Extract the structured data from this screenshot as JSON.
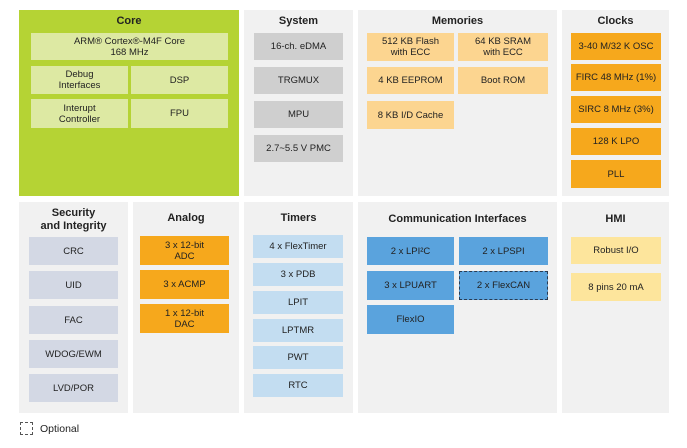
{
  "core": {
    "title": "Core",
    "cpu": "ARM® Cortex®-M4F Core\n168 MHz",
    "debug": "Debug\nInterfaces",
    "dsp": "DSP",
    "interrupt": "Interupt\nController",
    "fpu": "FPU"
  },
  "system": {
    "title": "System",
    "items": [
      "16-ch. eDMA",
      "TRGMUX",
      "MPU",
      "2.7~5.5 V PMC"
    ]
  },
  "memories": {
    "title": "Memories",
    "flash": "512 KB Flash\nwith ECC",
    "sram": "64 KB SRAM\nwith ECC",
    "eeprom": "4 KB EEPROM",
    "boot_rom": "Boot ROM",
    "cache": "8 KB I/D Cache"
  },
  "clocks": {
    "title": "Clocks",
    "items": [
      "3-40 M/32 K OSC",
      "FIRC 48 MHz (1%)",
      "SIRC 8 MHz (3%)",
      "128 K LPO",
      "PLL"
    ]
  },
  "security": {
    "title": "Security\nand Integrity",
    "items": [
      "CRC",
      "UID",
      "FAC",
      "WDOG/EWM",
      "LVD/POR"
    ]
  },
  "analog": {
    "title": "Analog",
    "items": [
      "3 x 12-bit\nADC",
      "3 x ACMP",
      "1 x 12-bit\nDAC"
    ]
  },
  "timers": {
    "title": "Timers",
    "items": [
      "4 x FlexTimer",
      "3 x PDB",
      "LPIT",
      "LPTMR",
      "PWT",
      "RTC"
    ]
  },
  "comm": {
    "title": "Communication Interfaces",
    "lpi2c": "2 x LPI²C",
    "lpspi": "2 x LPSPI",
    "lpuart": "3 x LPUART",
    "flexcan": "2 x FlexCAN",
    "flexio": "FlexIO"
  },
  "hmi": {
    "title": "HMI",
    "items": [
      "Robust I/O",
      "8 pins 20 mA"
    ]
  },
  "legend": {
    "label": "Optional"
  },
  "colors": {
    "core_panel": "#b5d334",
    "core_block": "#dde9a3",
    "panel_bg": "#f1f1f1",
    "system_block": "#cfcfcf",
    "security_block": "#d3d8e4",
    "memory_block": "#fcd590",
    "analog_block": "#f6a81c",
    "clock_block": "#f6a81c",
    "timer_block": "#c3ddf1",
    "comm_block": "#5aa3dd",
    "hmi_block": "#fde59c"
  }
}
